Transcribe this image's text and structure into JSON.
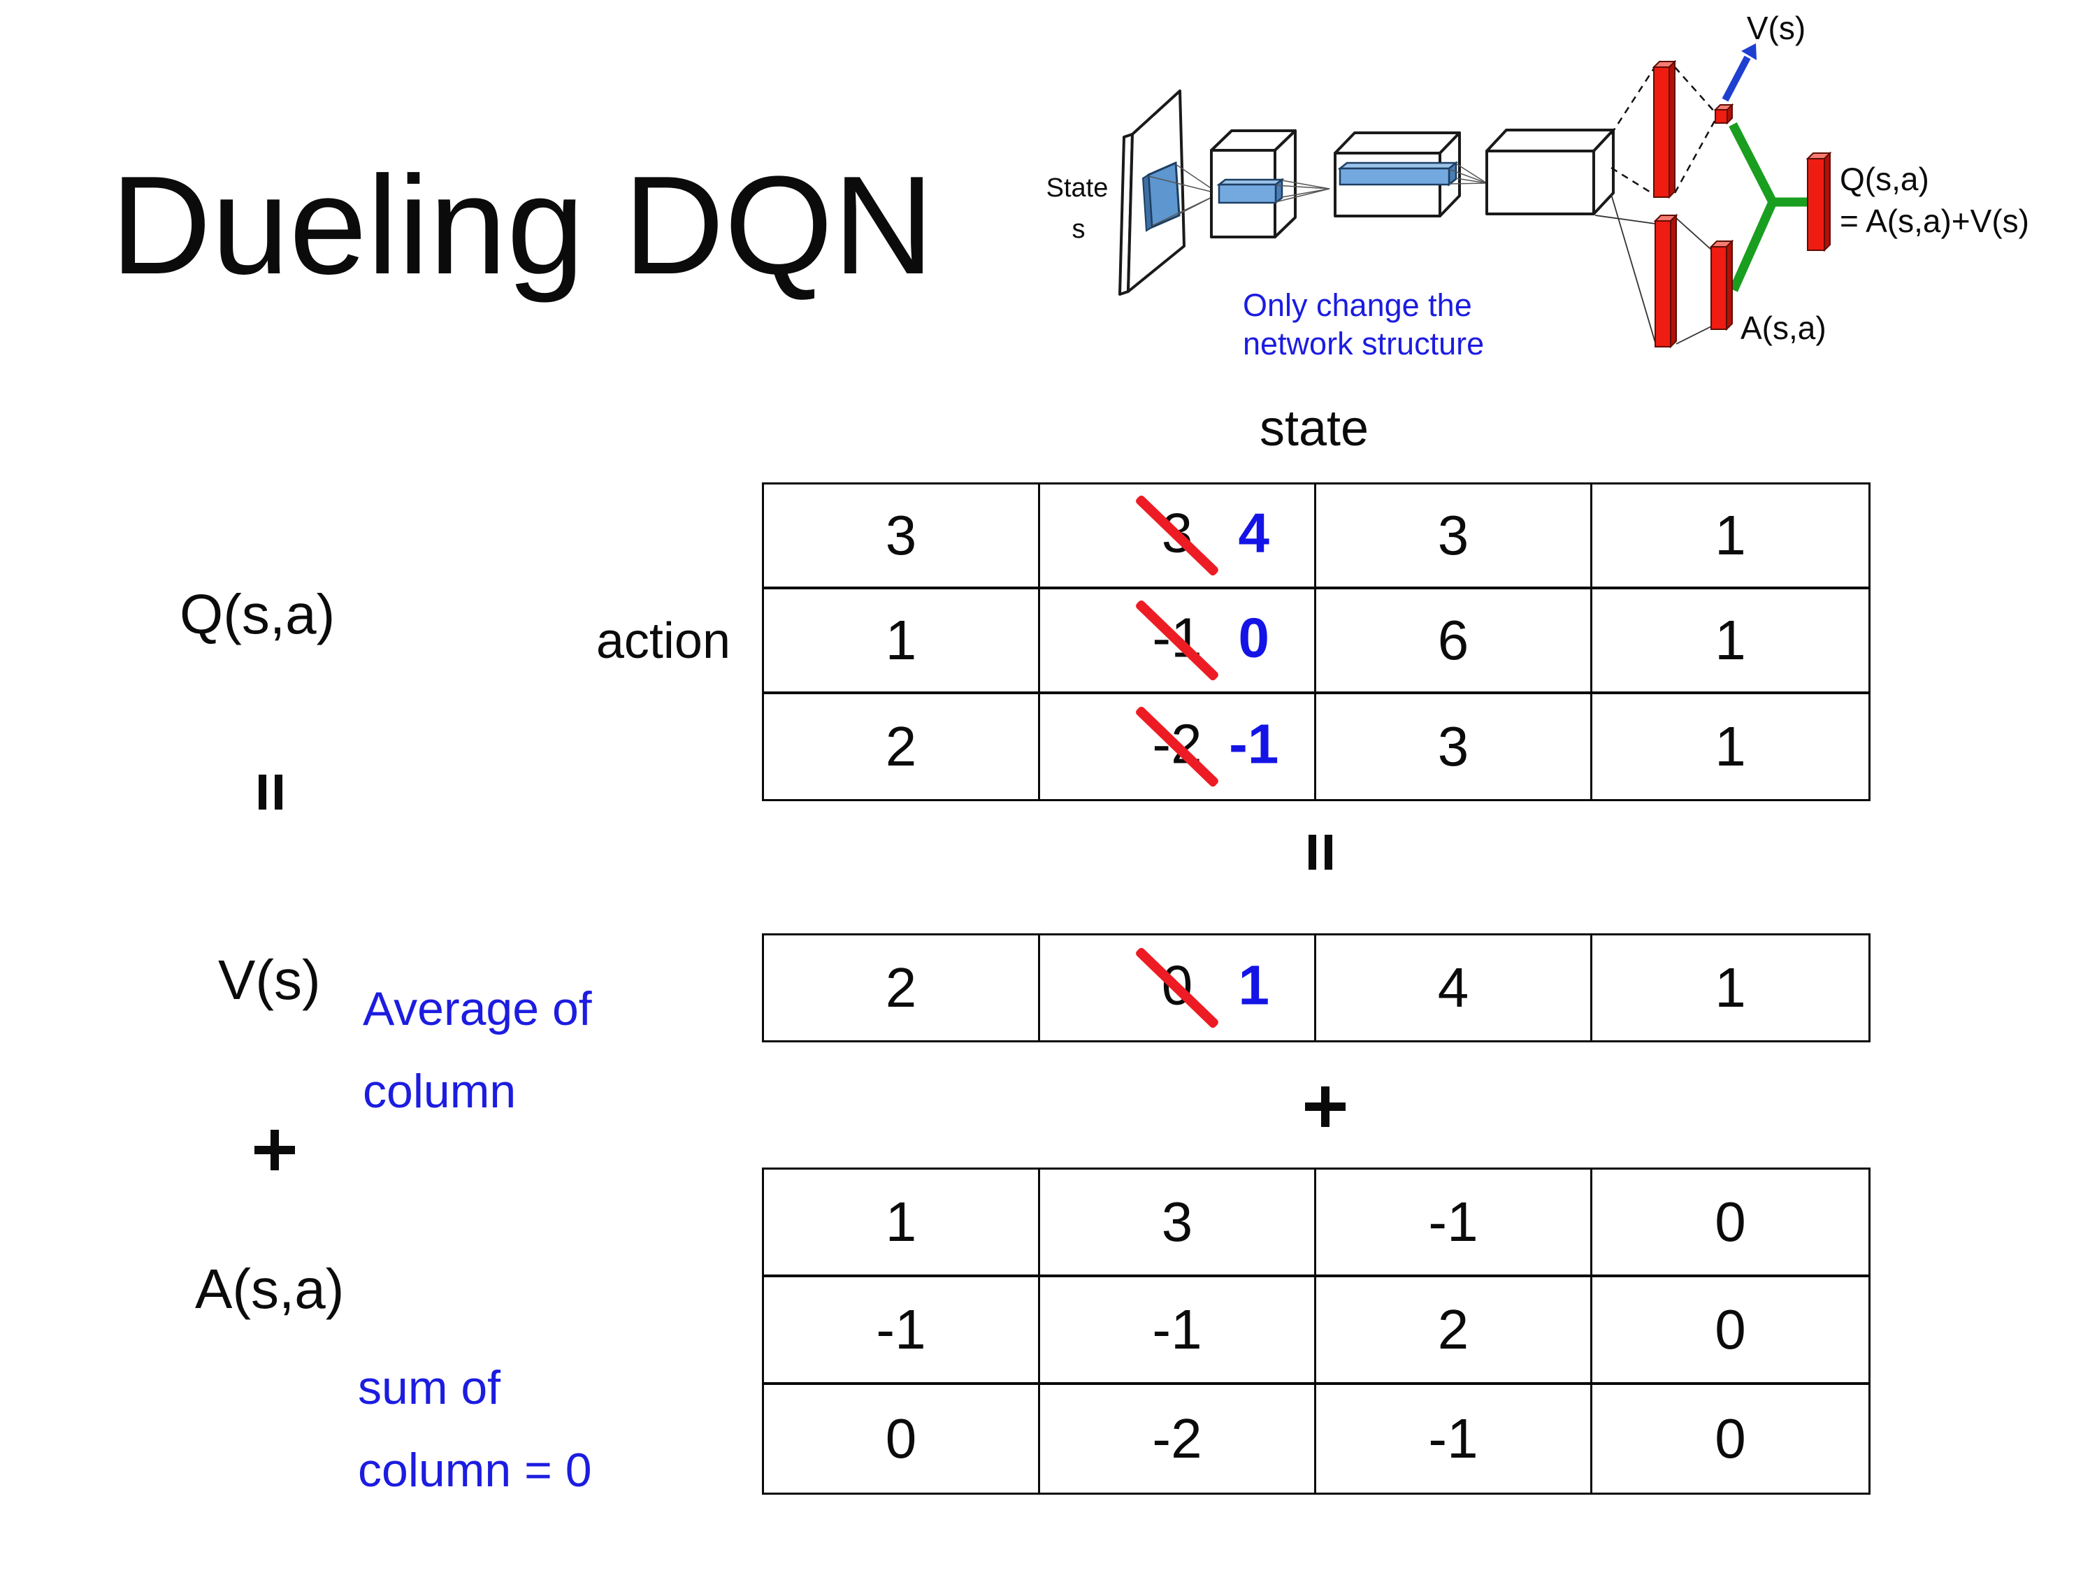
{
  "title": "Dueling DQN",
  "colors": {
    "annotation_blue": "#1c1ce0",
    "number_blue": "#1414e6",
    "cross_red": "#ed1c24",
    "bar_red": "#ee1c11",
    "merge_green": "#1a9e1f",
    "filter_blue": "#74a9e0"
  },
  "diagram": {
    "state_label": "State",
    "state_sub": "s",
    "note_line1": "Only change the",
    "note_line2": "network structure",
    "v_out_label": "V(s)",
    "q_out_line1": "Q(s,a)",
    "q_out_line2": "= A(s,a)+V(s)",
    "a_out_label": "A(s,a)"
  },
  "equation": {
    "q_label": "Q(s,a)",
    "v_label": "V(s)",
    "a_label": "A(s,a)",
    "equals_symbol": "=",
    "plus_symbol": "+",
    "state_header": "state",
    "action_header": "action",
    "v_annotation_line1": "Average of",
    "v_annotation_line2": "column",
    "a_annotation_line1": "sum of",
    "a_annotation_line2": "column = 0"
  },
  "matrix": {
    "q": {
      "rows": [
        [
          {
            "value": "3"
          },
          {
            "old": "3",
            "new": "4"
          },
          {
            "value": "3"
          },
          {
            "value": "1"
          }
        ],
        [
          {
            "value": "1"
          },
          {
            "old": "-1",
            "new": "0"
          },
          {
            "value": "6"
          },
          {
            "value": "1"
          }
        ],
        [
          {
            "value": "2"
          },
          {
            "old": "-2",
            "new": "-1"
          },
          {
            "value": "3"
          },
          {
            "value": "1"
          }
        ]
      ]
    },
    "v": {
      "rows": [
        [
          {
            "value": "2"
          },
          {
            "old": "0",
            "new": "1"
          },
          {
            "value": "4"
          },
          {
            "value": "1"
          }
        ]
      ]
    },
    "a": {
      "rows": [
        [
          {
            "value": "1"
          },
          {
            "value": "3"
          },
          {
            "value": "-1"
          },
          {
            "value": "0"
          }
        ],
        [
          {
            "value": "-1"
          },
          {
            "value": "-1"
          },
          {
            "value": "2"
          },
          {
            "value": "0"
          }
        ],
        [
          {
            "value": "0"
          },
          {
            "value": "-2"
          },
          {
            "value": "-1"
          },
          {
            "value": "0"
          }
        ]
      ]
    }
  }
}
